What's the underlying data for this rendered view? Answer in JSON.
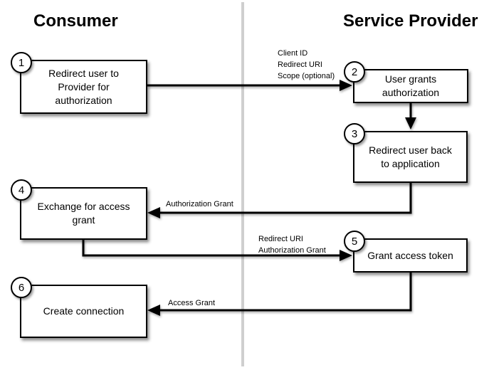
{
  "diagram": {
    "type": "flow-diagram",
    "headers": {
      "left": "Consumer",
      "right": "Service Provider"
    },
    "steps": [
      {
        "number": "1",
        "column": "consumer",
        "label": "Redirect user to\nProvider for\nauthorization"
      },
      {
        "number": "2",
        "column": "service-provider",
        "label": "User grants\nauthorization"
      },
      {
        "number": "3",
        "column": "service-provider",
        "label": "Redirect user back\nto application"
      },
      {
        "number": "4",
        "column": "consumer",
        "label": "Exchange for access\ngrant"
      },
      {
        "number": "5",
        "column": "service-provider",
        "label": "Grant access token"
      },
      {
        "number": "6",
        "column": "consumer",
        "label": "Create connection"
      }
    ],
    "arrows": [
      {
        "from": "1",
        "to": "2",
        "label": "Client ID\nRedirect URI\nScope (optional)"
      },
      {
        "from": "2",
        "to": "3",
        "label": ""
      },
      {
        "from": "3",
        "to": "4",
        "label": "Authorization Grant"
      },
      {
        "from": "4",
        "to": "5",
        "label": "Redirect URI\nAuthorization Grant"
      },
      {
        "from": "5",
        "to": "6",
        "label": "Access Grant"
      }
    ],
    "colors": {
      "background": "#ffffff",
      "line": "#000000",
      "box_fill": "#ffffff",
      "box_border": "#000000",
      "divider": "#cfcfcf"
    }
  }
}
